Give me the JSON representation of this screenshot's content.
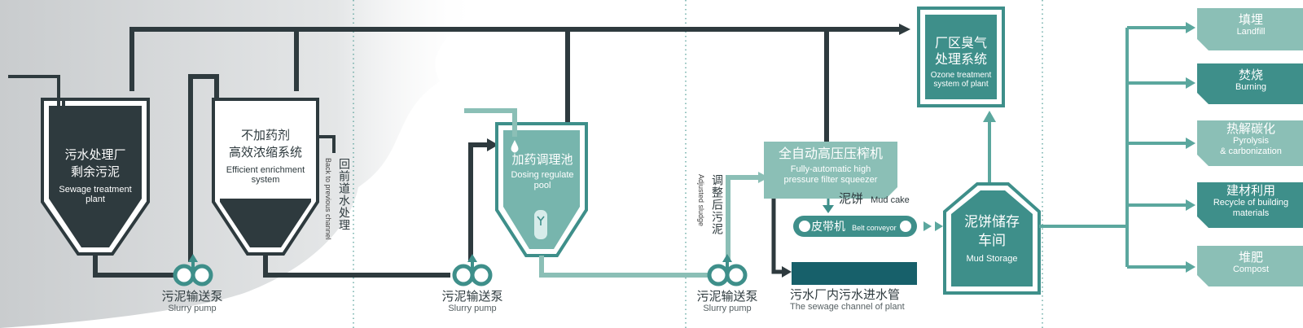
{
  "colors": {
    "dark": "#2e3a3e",
    "teal": "#3e8f8a",
    "teal_light": "#77b5ad",
    "teal_pale": "#8bbfb6",
    "teal_dark": "#17606a",
    "arrow": "#5ba79e"
  },
  "tank1": {
    "zh_line1": "污水处理厂",
    "zh_line2": "剩余污泥",
    "en_line1": "Sewage treatment",
    "en_line2": "plant"
  },
  "tank2": {
    "zh_line1": "不加药剂",
    "zh_line2": "高效浓缩系统",
    "en_line1": "Efficient enrichment",
    "en_line2": "system"
  },
  "back_to_previous": {
    "zh": "回前道水处理",
    "en": "Back to previous channel"
  },
  "dosing": {
    "zh": "加药调理池",
    "en_line1": "Dosing regulate",
    "en_line2": "pool"
  },
  "adjusted": {
    "zh": "调整后污泥",
    "en": "Adjusted sludge"
  },
  "pumps": [
    {
      "zh": "污泥输送泵",
      "en": "Slurry pump"
    },
    {
      "zh": "污泥输送泵",
      "en": "Slurry pump"
    },
    {
      "zh": "污泥输送泵",
      "en": "Slurry pump"
    }
  ],
  "press": {
    "zh": "全自动高压压榨机",
    "en_line1": "Fully-automatic high",
    "en_line2": "pressure filter squeezer"
  },
  "mud_cake": {
    "zh": "泥饼",
    "en": "Mud cake"
  },
  "belt": {
    "zh": "皮带机",
    "en": "Belt conveyor"
  },
  "channel": {
    "zh": "污水厂内污水进水管",
    "en": "The sewage channel of plant"
  },
  "ozone": {
    "zh_line1": "厂区臭气",
    "zh_line2": "处理系统",
    "en_line1": "Ozone treatment",
    "en_line2": "system of plant"
  },
  "storage": {
    "zh_line1": "泥饼储存",
    "zh_line2": "车间",
    "en": "Mud Storage"
  },
  "outputs": [
    {
      "zh": "填埋",
      "en": "Landfill"
    },
    {
      "zh": "焚烧",
      "en": "Burning"
    },
    {
      "zh": "热解碳化",
      "en_line1": "Pyrolysis",
      "en_line2": "& carbonization"
    },
    {
      "zh": "建材利用",
      "en_line1": "Recycle of building",
      "en_line2": "materials"
    },
    {
      "zh": "堆肥",
      "en": "Compost"
    }
  ]
}
